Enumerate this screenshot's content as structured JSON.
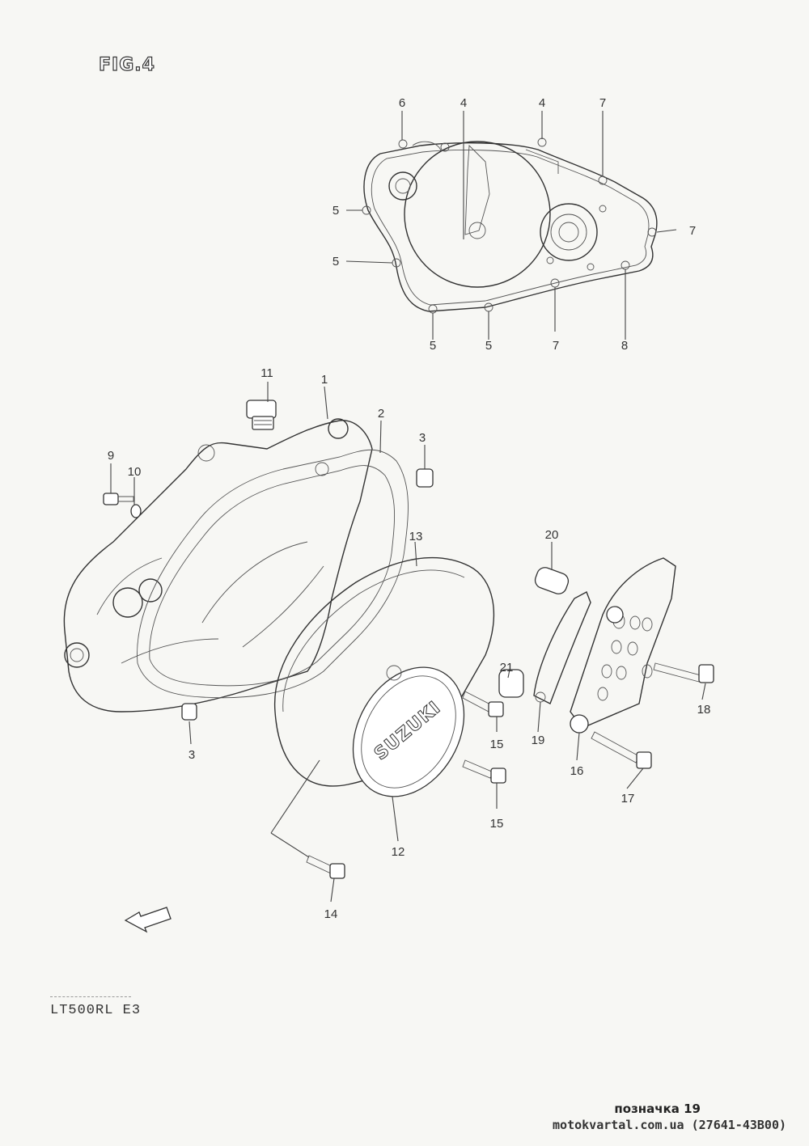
{
  "figure_label": "FIG.4",
  "model_code": "LT500RL  E3",
  "footer": {
    "label": "позначка 19",
    "source": "motokvartal.com.ua (27641-43B00)"
  },
  "brand_mark": "SUZUKI",
  "callouts": [
    {
      "id": "c6a",
      "text": "6"
    },
    {
      "id": "c4a",
      "text": "4"
    },
    {
      "id": "c4b",
      "text": "4"
    },
    {
      "id": "c7a",
      "text": "7"
    },
    {
      "id": "c5a",
      "text": "5"
    },
    {
      "id": "c7b",
      "text": "7"
    },
    {
      "id": "c5b",
      "text": "5"
    },
    {
      "id": "c5c",
      "text": "5"
    },
    {
      "id": "c5d",
      "text": "5"
    },
    {
      "id": "c7c",
      "text": "7"
    },
    {
      "id": "c8",
      "text": "8"
    },
    {
      "id": "c11",
      "text": "11"
    },
    {
      "id": "c1",
      "text": "1"
    },
    {
      "id": "c2",
      "text": "2"
    },
    {
      "id": "c3a",
      "text": "3"
    },
    {
      "id": "c9",
      "text": "9"
    },
    {
      "id": "c10",
      "text": "10"
    },
    {
      "id": "c13",
      "text": "13"
    },
    {
      "id": "c20",
      "text": "20"
    },
    {
      "id": "c21",
      "text": "21"
    },
    {
      "id": "c18",
      "text": "18"
    },
    {
      "id": "c15a",
      "text": "15"
    },
    {
      "id": "c19",
      "text": "19"
    },
    {
      "id": "c16",
      "text": "16"
    },
    {
      "id": "c3b",
      "text": "3"
    },
    {
      "id": "c17",
      "text": "17"
    },
    {
      "id": "c15b",
      "text": "15"
    },
    {
      "id": "c12",
      "text": "12"
    },
    {
      "id": "c14",
      "text": "14"
    }
  ]
}
